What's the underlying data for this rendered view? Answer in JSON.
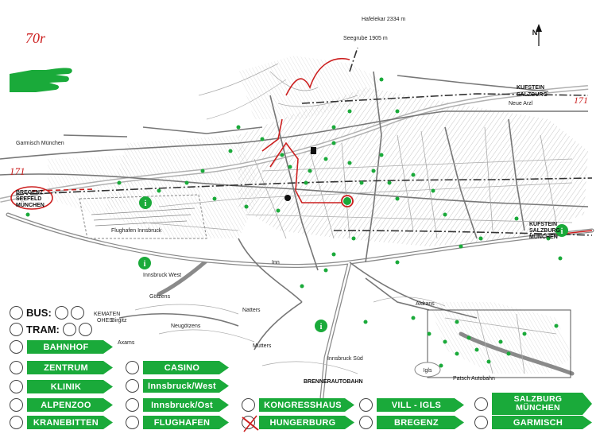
{
  "annotations": {
    "handwritten_top": "70r",
    "handwritten_left": "171",
    "handwritten_right": "171"
  },
  "map_labels": {
    "north": "N",
    "kufstein_salzburg_top": [
      "KUFSTEIN",
      "SALZBURG"
    ],
    "kufstein_salzburg_right": [
      "KUFSTEIN",
      "SALZBURG",
      "MÜNCHEN"
    ],
    "bregenz_left": [
      "BREGENZ",
      "SEEFELD",
      "MÜNCHEN"
    ],
    "innsbruck_west": "Innsbruck West",
    "innsbruck_sud": "Innsbruck Süd",
    "brennerautobahn": "BRENNERAUTOBAHN",
    "flughafen": "Flughafen Innsbruck",
    "gotzens": "Götzens",
    "neugotzens": "Neugötzens",
    "natters": "Natters",
    "mutters": "Mutters",
    "aldrans": "Aldrans",
    "igls": "Igls",
    "axams": "Axams",
    "birgitz": "Birgitz",
    "kematen": [
      "KEMATEN",
      "OHES"
    ],
    "garmisch_road": "Garmisch München",
    "inn": "Inn",
    "patsch": "Patsch Autobahn",
    "hafelekar": "Hafelekar 2334 m",
    "seegrube": "Seegrube 1905 m",
    "thaur_road": "Neue Arzl"
  },
  "legend": {
    "bus": "BUS:",
    "tram": "TRAM:"
  },
  "destinations": {
    "bahnhof": "BAHNHOF",
    "zentrum": "ZENTRUM",
    "klinik": "KLINIK",
    "alpenzoo": "ALPENZOO",
    "kranebitten": "KRANEBITTEN",
    "casino": "CASINO",
    "innsbruck_west": "Innsbruck/West",
    "innsbruck_ost": "Innsbruck/Ost",
    "flughafen": "FLUGHAFEN",
    "kongresshaus": "KONGRESSHAUS",
    "hungerburg": "HUNGERBURG",
    "vill_igls": "VILL - IGLS",
    "bregenz": "BREGENZ",
    "salzburg_munchen": [
      "SALZBURG",
      "MÜNCHEN"
    ],
    "garmisch": "GARMISCH"
  },
  "colors": {
    "green": "#1aaa3a",
    "red": "#cc1f1f",
    "road": "#9a9a9a",
    "ink": "#222222"
  }
}
